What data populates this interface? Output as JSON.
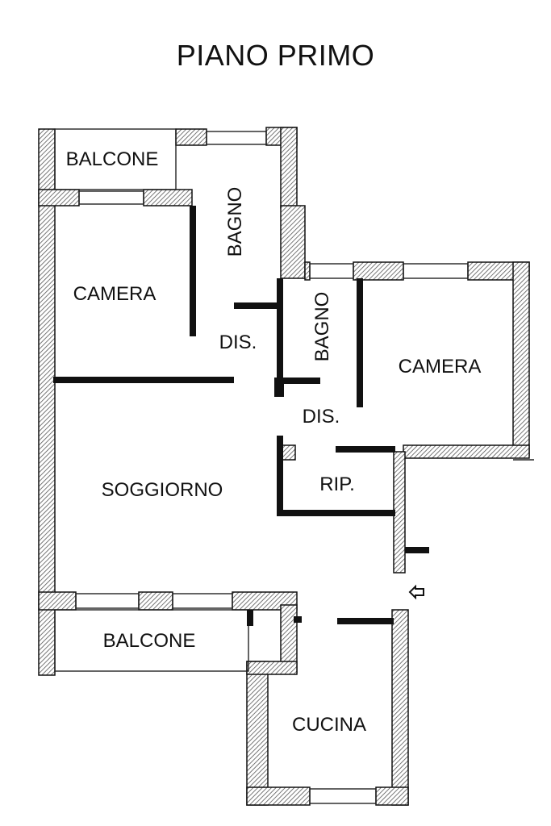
{
  "title": "PIANO PRIMO",
  "colors": {
    "wall": "#1a1a1a",
    "hatch": "#777777",
    "background": "#ffffff"
  },
  "rooms": {
    "balcone_top": "BALCONE",
    "bagno_top": "BAGNO",
    "camera_left": "CAMERA",
    "dis_top": "DIS.",
    "bagno_center": "BAGNO",
    "camera_right": "CAMERA",
    "dis_center": "DIS.",
    "soggiorno": "SOGGIORNO",
    "rip": "RIP.",
    "balcone_bottom": "BALCONE",
    "cucina": "CUCINA"
  }
}
